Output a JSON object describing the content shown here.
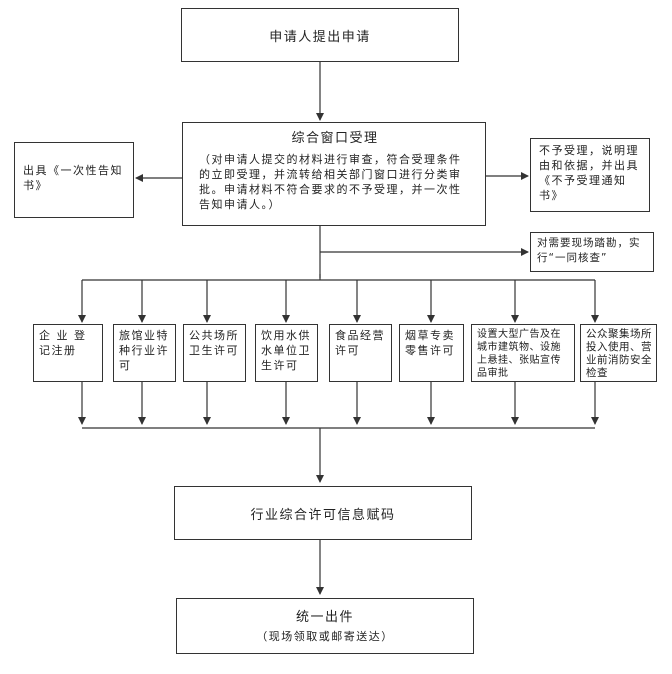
{
  "title_box": "申请人提出申请",
  "window": {
    "title": "综合窗口受理",
    "body": "（对申请人提交的材料进行审查，符合受理条件的立即受理，并流转给相关部门窗口进行分类审批。申请材料不符合要求的不予受理，并一次性告知申请人。）"
  },
  "left_box": "出具《一次性告知书》",
  "right_box": "不予受理，说明理由和依据，并出具《不予受理通知书》",
  "survey_box": "对需要现场踏勘，实行“一同核查”",
  "permits": [
    "企 业 登 记注册",
    "旅馆业特种行业许可",
    "公共场所卫生许可",
    "饮用水供水单位卫生许可",
    "食品经营许可",
    "烟草专卖零售许可",
    "设置大型广告及在城市建筑物、设施上悬挂、张贴宣传品审批",
    "公众聚集场所投入使用、营业前消防安全检查"
  ],
  "code_box": "行业综合许可信息赋码",
  "final": {
    "title": "统一出件",
    "sub": "（现场领取或邮寄送达）"
  }
}
